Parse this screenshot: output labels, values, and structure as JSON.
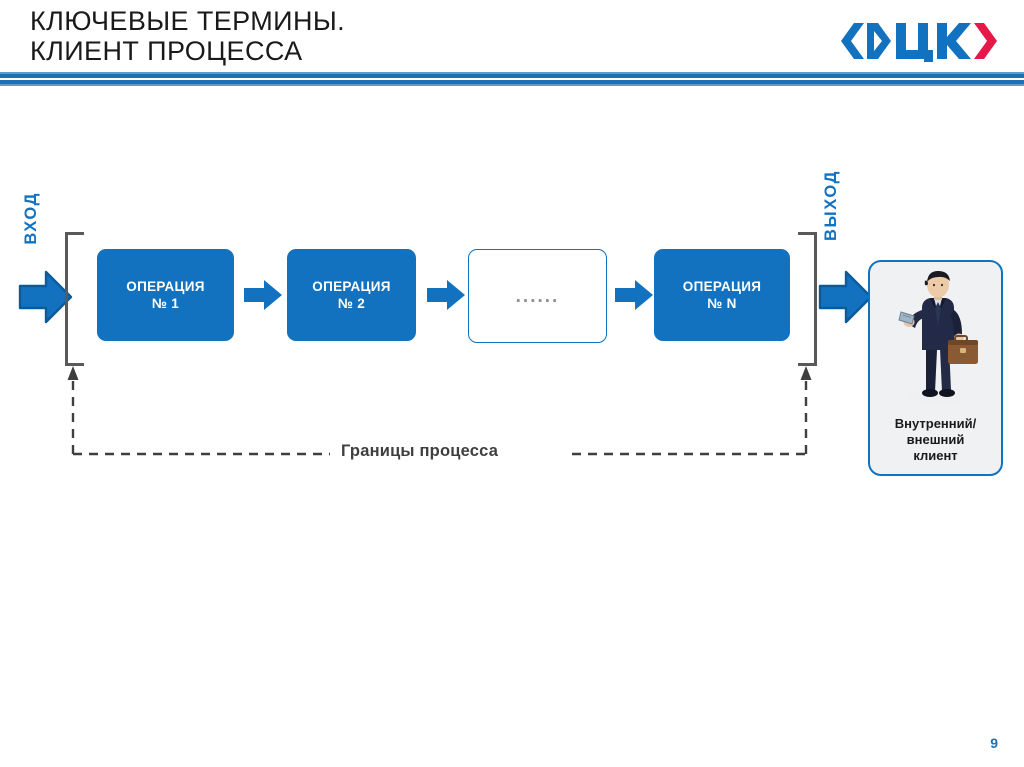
{
  "header": {
    "title": "КЛЮЧЕВЫЕ ТЕРМИНЫ.\nКЛИЕНТ ПРОЦЕССА",
    "logo_text": "РЦК",
    "logo_name": "rck-logo",
    "colors": {
      "logo_blue": "#1272c0",
      "logo_red": "#e8174a",
      "divider_dark": "#1f6fb2",
      "divider_light": "#5b9bd5"
    }
  },
  "diagram": {
    "type": "process-flow",
    "input_label": "ВХОД",
    "output_label": "ВЫХОД",
    "boundary_label": "Границы процесса",
    "operations": [
      {
        "label": "ОПЕРАЦИЯ\n№ 1",
        "style": "filled"
      },
      {
        "label": "ОПЕРАЦИЯ\n№ 2",
        "style": "filled"
      },
      {
        "label": "......",
        "style": "outline"
      },
      {
        "label": "ОПЕРАЦИЯ\n№ N",
        "style": "filled"
      }
    ],
    "client": {
      "label": "Внутренний/\nвнешний\nклиент",
      "figure_name": "businessman-illustration"
    },
    "colors": {
      "box_fill": "#1272c0",
      "box_text": "#ffffff",
      "arrow_blue": "#1272c0",
      "bracket_gray": "#595959",
      "boundary_gray": "#3f3f3f",
      "card_fill": "#f0f1f2"
    }
  },
  "footer": {
    "page_number": "9"
  }
}
